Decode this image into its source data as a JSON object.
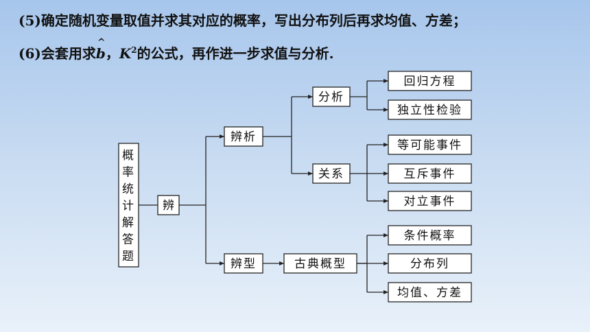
{
  "text": {
    "line1": "(5)确定随机变量取值并求其对应的概率，写出分布列后再求均值、方差；",
    "line2_pre": "(6)会套用求",
    "line2_hatvar": "b",
    "line2_sep": "，",
    "line2_kvar": "K",
    "line2_sup": "2",
    "line2_post": "的公式，再作进一步求值与分析."
  },
  "diagram": {
    "root": "概率统计解答题",
    "bian": "辨",
    "bianxi": "辨析",
    "bianxing": "辨型",
    "fenxi": "分析",
    "guanxi": "关系",
    "gudian": "古典概型",
    "leaves_fenxi": [
      "回归方程",
      "独立性检验"
    ],
    "leaves_guanxi": [
      "等可能事件",
      "互斥事件",
      "对立事件"
    ],
    "leaves_gudian": [
      "条件概率",
      "分布列",
      "均值、方差"
    ]
  }
}
